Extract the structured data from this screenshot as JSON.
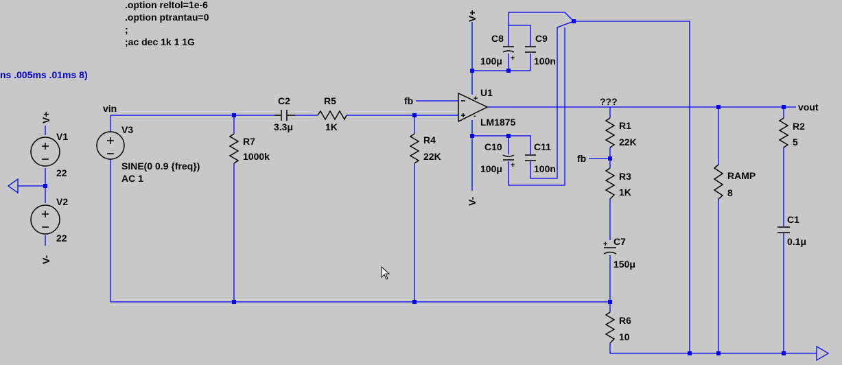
{
  "directives": [
    ".option reltol=1e-6",
    ".option ptrantau=0",
    ";",
    ";ac dec 1k 1 1G"
  ],
  "tran_directive": "ns .005ms .01ms 8)",
  "nets": {
    "vin": "vin",
    "vout": "vout",
    "fb1": "fb",
    "fb2": "fb",
    "vplus": "V+",
    "vminus": "V-",
    "unknown": "???"
  },
  "sources": {
    "V1": {
      "name": "V1",
      "value": "22"
    },
    "V2": {
      "name": "V2",
      "value": "22"
    },
    "V3": {
      "name": "V3",
      "value1": "SINE(0 0.9 {freq})",
      "value2": "AC 1"
    },
    "V1_net": "V+",
    "V2_net": "V-"
  },
  "opamp": {
    "name": "U1",
    "model": "LM1875"
  },
  "components": {
    "C2": {
      "name": "C2",
      "value": "3.3μ"
    },
    "R5": {
      "name": "R5",
      "value": "1K"
    },
    "R7": {
      "name": "R7",
      "value": "1000k"
    },
    "R4": {
      "name": "R4",
      "value": "22K"
    },
    "C8": {
      "name": "C8",
      "value": "100μ"
    },
    "C9": {
      "name": "C9",
      "value": "100n"
    },
    "C10": {
      "name": "C10",
      "value": "100μ"
    },
    "C11": {
      "name": "C11",
      "value": "100n"
    },
    "R1": {
      "name": "R1",
      "value": "22K"
    },
    "R3": {
      "name": "R3",
      "value": "1K"
    },
    "C7": {
      "name": "C7",
      "value": "150μ"
    },
    "R6": {
      "name": "R6",
      "value": "10"
    },
    "RAMP": {
      "name": "RAMP",
      "value": "8"
    },
    "R2": {
      "name": "R2",
      "value": "5"
    },
    "C1": {
      "name": "C1",
      "value": "0.1μ"
    }
  },
  "colors": {
    "background": "#c8c8c8",
    "wire": "#0000ff",
    "component": "#000000",
    "directive_blue": "#0000cc"
  }
}
